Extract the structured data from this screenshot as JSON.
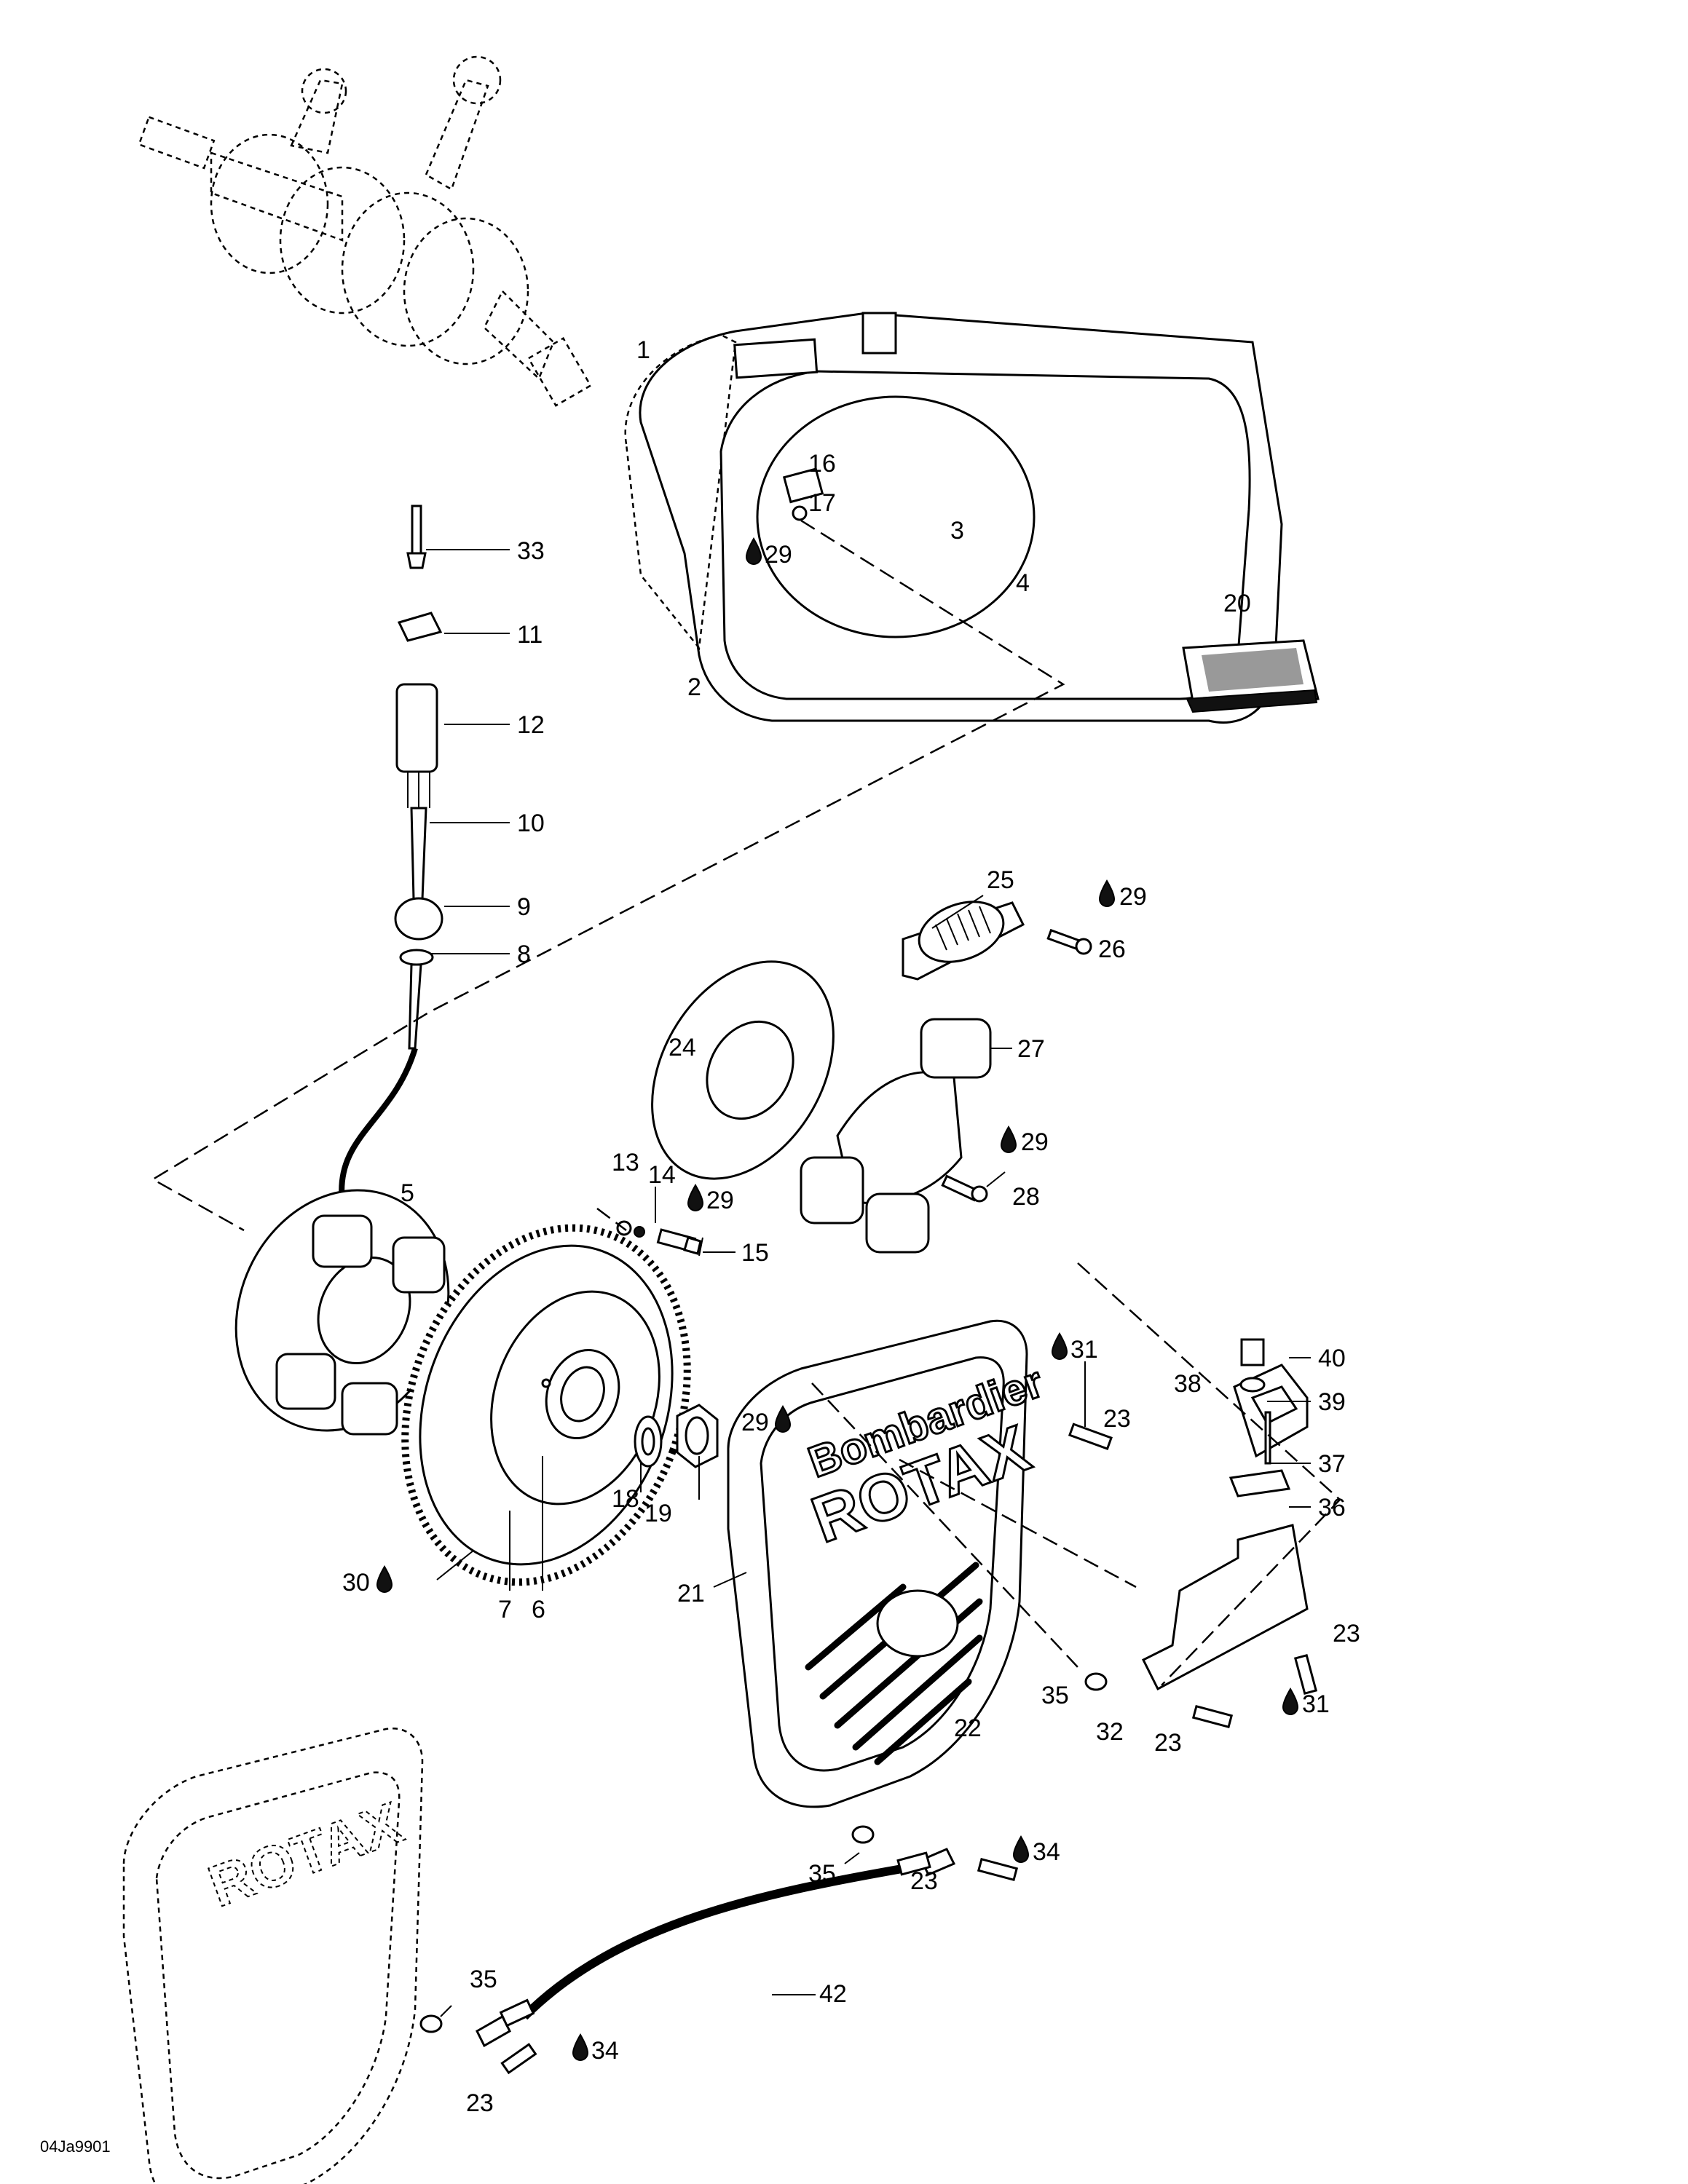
{
  "diagram_code": "04Ja9901",
  "brand_text": {
    "line1": "Bombardier",
    "line2": "ROTAX"
  },
  "drop_icon_name": "oil-drop-icon",
  "callouts": [
    {
      "label": "1"
    },
    {
      "label": "2"
    },
    {
      "label": "3"
    },
    {
      "label": "4"
    },
    {
      "label": "5"
    },
    {
      "label": "6"
    },
    {
      "label": "7"
    },
    {
      "label": "8"
    },
    {
      "label": "9"
    },
    {
      "label": "10"
    },
    {
      "label": "11"
    },
    {
      "label": "12"
    },
    {
      "label": "13"
    },
    {
      "label": "14"
    },
    {
      "label": "15"
    },
    {
      "label": "16"
    },
    {
      "label": "17"
    },
    {
      "label": "29",
      "drop": true
    },
    {
      "label": "18"
    },
    {
      "label": "19"
    },
    {
      "label": "20"
    },
    {
      "label": "21"
    },
    {
      "label": "22"
    },
    {
      "label": "23"
    },
    {
      "label": "23"
    },
    {
      "label": "23"
    },
    {
      "label": "23"
    },
    {
      "label": "23"
    },
    {
      "label": "24"
    },
    {
      "label": "25"
    },
    {
      "label": "26"
    },
    {
      "label": "27"
    },
    {
      "label": "28"
    },
    {
      "label": "29",
      "drop": true
    },
    {
      "label": "29",
      "drop": true
    },
    {
      "label": "29",
      "drop": true
    },
    {
      "label": "29",
      "drop": true
    },
    {
      "label": "30",
      "drop": true
    },
    {
      "label": "31",
      "drop": true
    },
    {
      "label": "31",
      "drop": true
    },
    {
      "label": "32"
    },
    {
      "label": "33"
    },
    {
      "label": "34",
      "drop": true
    },
    {
      "label": "34",
      "drop": true
    },
    {
      "label": "35"
    },
    {
      "label": "35"
    },
    {
      "label": "35"
    },
    {
      "label": "36"
    },
    {
      "label": "37"
    },
    {
      "label": "38"
    },
    {
      "label": "39"
    },
    {
      "label": "40"
    },
    {
      "label": "42"
    }
  ]
}
